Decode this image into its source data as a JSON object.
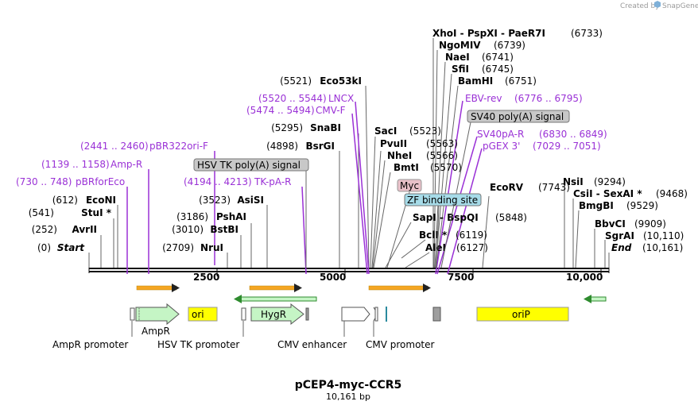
{
  "map": {
    "title": "pCEP4-myc-CCR5",
    "length_label": "10,161 bp",
    "credit": "Created by",
    "brand": "SnapGene"
  },
  "enzymes": [
    {
      "name": "Start",
      "pos": "(0)"
    },
    {
      "name": "AvrII",
      "pos": "(252)"
    },
    {
      "name": "StuI *",
      "pos": "(541)"
    },
    {
      "name": "EcoNI",
      "pos": "(612)"
    },
    {
      "name": "NruI",
      "pos": "(2709)"
    },
    {
      "name": "BstBI",
      "pos": "(3010)"
    },
    {
      "name": "PshAI",
      "pos": "(3186)"
    },
    {
      "name": "AsiSI",
      "pos": "(3523)"
    },
    {
      "name": "BsrGI",
      "pos": "(4898)"
    },
    {
      "name": "SnaBI",
      "pos": "(5295)"
    },
    {
      "name": "Eco53kI",
      "pos": "(5521)"
    },
    {
      "name": "SacI",
      "pos": "(5523)"
    },
    {
      "name": "PvuII",
      "pos": "(5563)"
    },
    {
      "name": "NheI",
      "pos": "(5566)"
    },
    {
      "name": "BmtI",
      "pos": "(5570)"
    },
    {
      "name": "XhoI - PspXI - PaeR7I",
      "pos": "(6733)"
    },
    {
      "name": "NgoMIV",
      "pos": "(6739)"
    },
    {
      "name": "NaeI",
      "pos": "(6741)"
    },
    {
      "name": "SfiI",
      "pos": "(6745)"
    },
    {
      "name": "BamHI",
      "pos": "(6751)"
    },
    {
      "name": "SapI - BspQI",
      "pos": "(5848)"
    },
    {
      "name": "BclI *",
      "pos": "(6119)"
    },
    {
      "name": "AleI",
      "pos": "(6127)"
    },
    {
      "name": "EcoRV",
      "pos": "(7743)"
    },
    {
      "name": "NsiI",
      "pos": "(9294)"
    },
    {
      "name": "CsiI - SexAI *",
      "pos": "(9468)"
    },
    {
      "name": "BmgBI",
      "pos": "(9529)"
    },
    {
      "name": "BbvCI",
      "pos": "(9909)"
    },
    {
      "name": "SgrAI",
      "pos": "(10,110)"
    },
    {
      "name": "End",
      "pos": "(10,161)"
    }
  ],
  "primers": [
    {
      "name": "pBRforEco",
      "range": "(730 .. 748)"
    },
    {
      "name": "Amp-R",
      "range": "(1139 .. 1158)"
    },
    {
      "name": "pBR322ori-F",
      "range": "(2441 .. 2460)"
    },
    {
      "name": "TK-pA-R",
      "range": "(4194 .. 4213)"
    },
    {
      "name": "CMV-F",
      "range": "(5474 .. 5494)"
    },
    {
      "name": "LNCX",
      "range": "(5520 .. 5544)"
    },
    {
      "name": "EBV-rev",
      "range": "(6776 .. 6795)"
    },
    {
      "name": "SV40pA-R",
      "range": "(6830 .. 6849)"
    },
    {
      "name": "pGEX 3'",
      "range": "(7029 .. 7051)"
    }
  ],
  "feature_boxes": [
    {
      "name": "HSV TK poly(A) signal"
    },
    {
      "name": "SV40 poly(A) signal"
    },
    {
      "name": "Myc"
    },
    {
      "name": "ZF binding site"
    }
  ],
  "ruler_ticks": [
    "2500",
    "5000",
    "7500",
    "10,000"
  ],
  "features": [
    {
      "name": "AmpR",
      "kind": "arrow"
    },
    {
      "name": "ori",
      "kind": "box"
    },
    {
      "name": "HygR",
      "kind": "arrow"
    },
    {
      "name": "oriP",
      "kind": "box"
    }
  ],
  "promoters": [
    {
      "name": "AmpR promoter"
    },
    {
      "name": "HSV TK promoter"
    },
    {
      "name": "CMV enhancer"
    },
    {
      "name": "CMV promoter"
    }
  ],
  "colors": {
    "backbone": "#111111",
    "primer": "#9a31d6",
    "orf_arrow_fill": "#c5f5c5",
    "ori_fill": "#ffff00",
    "orange_arrow": "#f5a623",
    "green_arrow": "#2e8b2e",
    "grey_box": "#c8c8c8",
    "myc_box": "#e8c0c8",
    "zf_box": "#a6dbe8",
    "feature_grey": "#9e9e9e"
  }
}
